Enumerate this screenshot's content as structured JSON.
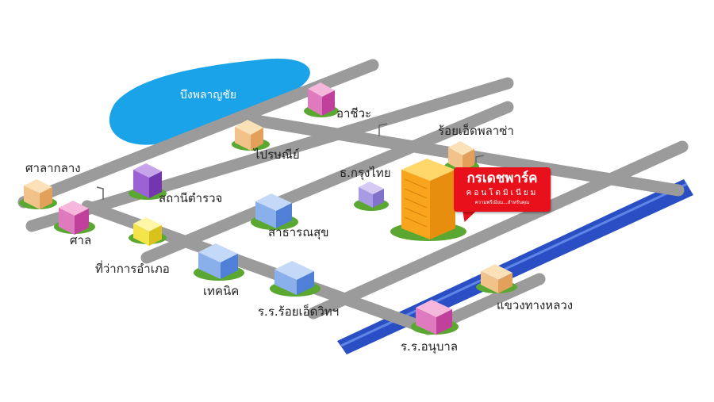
{
  "colors": {
    "road": "#9b9b9b",
    "road_edge": "#8a8a8a",
    "lake": "#1aa3e8",
    "river": "#2a4fc4",
    "brand": "#e8101a",
    "tree": "#5aa832"
  },
  "map": {
    "lake_label": "บึงพลาญชัย",
    "places": [
      {
        "id": "arch",
        "label": "อาชีวะ",
        "icon": "pink-building-icon"
      },
      {
        "id": "post",
        "label": "ไปรษณีย์",
        "icon": "orange-building-icon"
      },
      {
        "id": "plaza",
        "label": "ร้อยเอ็ดพลาซ่า",
        "icon": "orange-building-icon"
      },
      {
        "id": "court_hall",
        "label": "ศาลากลาง",
        "icon": "orange-building-icon"
      },
      {
        "id": "police",
        "label": "สถานีตำรวจ",
        "icon": "purple-building-icon"
      },
      {
        "id": "bank",
        "label": "ธ.กรุงไทย",
        "icon": "purple-building-icon"
      },
      {
        "id": "court",
        "label": "ศาล",
        "icon": "pink-building-icon"
      },
      {
        "id": "health",
        "label": "สาธารณสุข",
        "icon": "blue-building-icon"
      },
      {
        "id": "district",
        "label": "ที่ว่าการอำเภอ",
        "icon": "yellow-building-icon"
      },
      {
        "id": "tech",
        "label": "เทคนิค",
        "icon": "blue-building-icon"
      },
      {
        "id": "school_rw",
        "label": "ร.ร.ร้อยเอ็ดวิทฯ",
        "icon": "blue-building-icon"
      },
      {
        "id": "highway",
        "label": "แขวงทางหลวง",
        "icon": "orange-building-icon"
      },
      {
        "id": "kinder",
        "label": "ร.ร.อนุบาล",
        "icon": "pink-building-icon"
      }
    ]
  },
  "brand": {
    "title": "กรเดชพาร์ค",
    "subtitle": "คอนโดมิเนียม",
    "tagline": "ความพรีเมียม...สำหรับคุณ"
  }
}
